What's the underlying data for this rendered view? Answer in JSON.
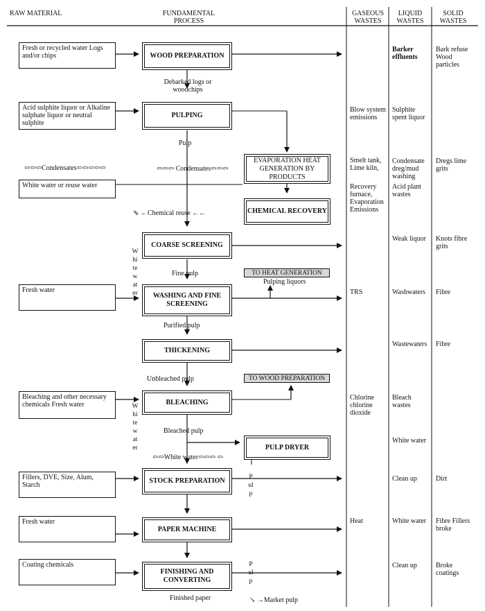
{
  "headers": {
    "raw_material": "RAW MATERIAL",
    "fundamental_process": "FUNDAMENTAL PROCESS",
    "gaseous_wastes": "GASEOUS WASTES",
    "liquid_wastes": "LIQUID WASTES",
    "solid_wastes": "SOLID WASTES"
  },
  "raw_materials": [
    "Fresh or recycled water Logs and/or chips",
    "Acid sulphite liquor or Alkaline sulphate liquor or neutral sulphite",
    "White water or reuse water",
    "Fresh water",
    "Bleaching and other necessary chemicals Fresh water",
    "Fillers, DVE, Size, Alum, Starch",
    "Fresh water",
    "Coating chemicals"
  ],
  "processes": [
    "WOOD PREPARATION",
    "PULPING",
    "COARSE SCREENING",
    "WASHING AND FINE SCREENING",
    "THICKENING",
    "BLEACHING",
    "STOCK PREPARATION",
    "PAPER MACHINE",
    "FINISHING AND CONVERTING"
  ],
  "side_processes": {
    "evaporation": "EVAPORATION HEAT GENERATION BY PRODUCTS",
    "chemical_recovery": "CHEMICAL RECOVERY",
    "pulp_dryer": "PULP DRYER",
    "to_heat_generation": "TO HEAT GENERATION",
    "to_wood_preparation": "TO WOOD PREPARATION"
  },
  "flow_labels": {
    "debarked": "Debarked logs or woodchips",
    "pulp": "Pulp",
    "condensates_left": "⇦⇦⇦Condensates⇦⇦⇦⇦⇦",
    "condensates_right": "⇦⇦⇦ Condensates⇦⇦⇦",
    "chemical_reuse": "⇖ ←Chemical reuse ←←",
    "fine_pulp": "Fine pulp",
    "pulping_liquors": "Pulping liquors",
    "purified_pulp": "Purified pulp",
    "unbleached_pulp": "Unbleached pulp",
    "bleached_pulp": "Bleached pulp",
    "white_water_return": "⇦⇦White water⇦⇦⇦ ⇦",
    "finished_paper": "Finished paper",
    "market_pulp": "↘ →Market pulp",
    "white_water_vertical": "White water",
    "pulp_vertical": "Pulp"
  },
  "gaseous": [
    "Blow system emissions",
    "Smelt tank, Lime kiln,",
    "Recovery furnace, Evaporation Emissions",
    "TRS",
    "Chlorine chlorine dioxide",
    "Heat"
  ],
  "liquid": [
    "Barker effluents",
    "Sulphite spent liquor",
    "Condensate dreg/mud washing",
    "Acid plant wastes",
    "Weak liquor",
    "Washwaters",
    "Wastewaters",
    "Bleach wastes",
    "White water",
    "Clean up",
    "White water",
    "Clean up"
  ],
  "solid": [
    "Bark refuse Wood particles",
    "Dregs lime grits",
    "Knots fibre grits",
    "Fibre",
    "Fibre",
    "Dirt",
    "Fibre Fillers broke",
    "Broke coatings"
  ]
}
